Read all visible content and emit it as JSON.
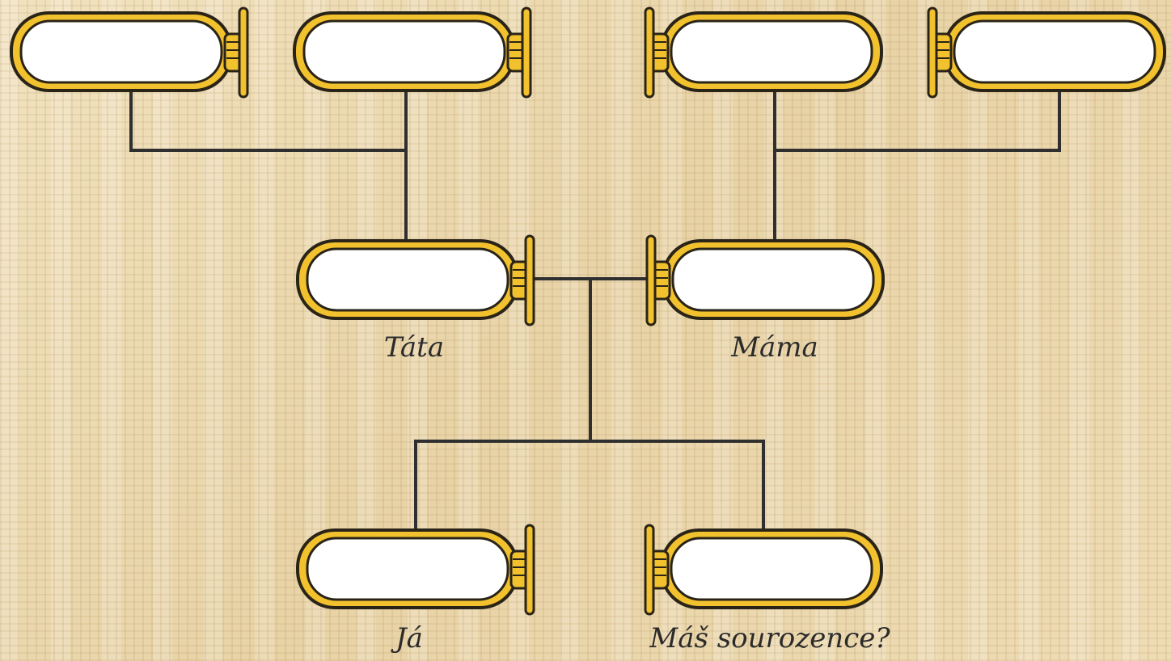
{
  "colors": {
    "frame_gold": "#f2c12e",
    "frame_outline": "#2a2418",
    "connector": "#2f2f2f",
    "slot_fill": "#ffffff"
  },
  "grandparents": {
    "paternal_grandfather": {
      "name": ""
    },
    "paternal_grandmother": {
      "name": ""
    },
    "maternal_grandfather": {
      "name": ""
    },
    "maternal_grandmother": {
      "name": ""
    }
  },
  "parents": {
    "father": {
      "name": "",
      "caption": "Táta"
    },
    "mother": {
      "name": "",
      "caption": "Máma"
    }
  },
  "children": {
    "me": {
      "name": "",
      "caption": "Já"
    },
    "sibling": {
      "name": "",
      "caption": "Máš sourozence?"
    }
  }
}
